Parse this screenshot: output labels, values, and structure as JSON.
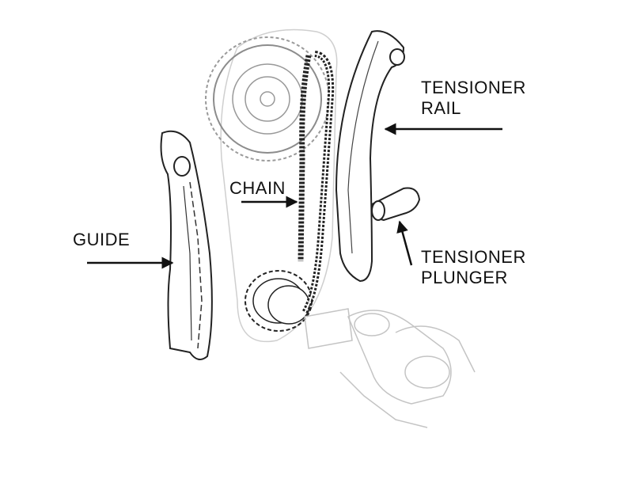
{
  "labels": {
    "tensioner_rail": [
      "TENSIONER",
      "RAIL"
    ],
    "chain": "CHAIN",
    "guide": "GUIDE",
    "tensioner_plunger": [
      "TENSIONER",
      "PLUNGER"
    ]
  },
  "colors": {
    "ink": "#111111",
    "faint_ink": "#bdbdbd",
    "background": "#ffffff"
  }
}
